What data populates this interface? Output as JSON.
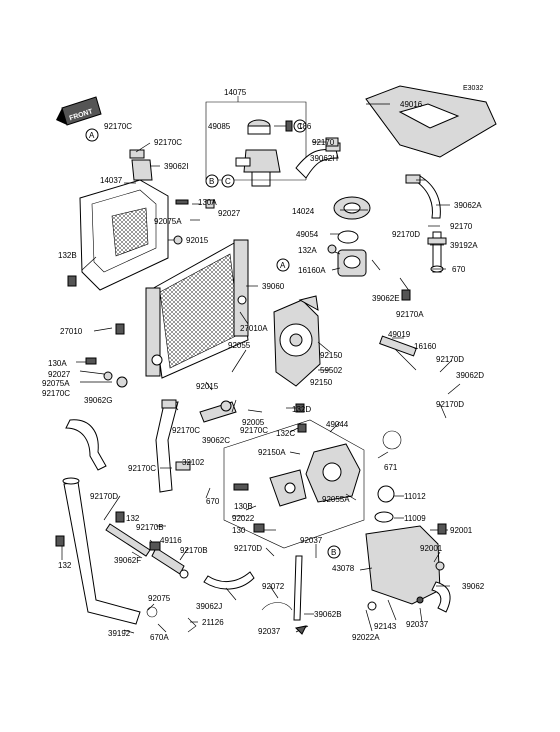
{
  "diagram_code": "E3032",
  "front_label": "FRONT",
  "parts": [
    "14075",
    "49016",
    "49085",
    "186",
    "92170C",
    "92170",
    "39062H",
    "92170C",
    "39062I",
    "39062A",
    "14037",
    "130A",
    "92027",
    "92075A",
    "14024",
    "49054",
    "92170D",
    "92170",
    "39192A",
    "670",
    "132B",
    "92015",
    "132A",
    "16160A",
    "39062E",
    "92170A",
    "39060",
    "27010A",
    "27010",
    "92055",
    "92150",
    "59502",
    "92150",
    "49019",
    "16160",
    "92170D",
    "39062D",
    "130A",
    "92027",
    "92075A",
    "92015",
    "92170C",
    "39062G",
    "92170C",
    "39062C",
    "92170C",
    "92005",
    "132D",
    "132C",
    "92170D",
    "49044",
    "92170C",
    "32102",
    "670",
    "92150A",
    "92055A",
    "671",
    "11012",
    "11009",
    "92001",
    "92170D",
    "132",
    "130B",
    "92022",
    "130",
    "92170B",
    "49116",
    "39062F",
    "92170B",
    "92170D",
    "92037",
    "92001",
    "43078",
    "132",
    "92075",
    "39062J",
    "92072",
    "39062B",
    "92143",
    "92037",
    "39062",
    "39192",
    "670A",
    "21126",
    "92037",
    "92022A"
  ],
  "callouts": [
    "A",
    "B",
    "C"
  ],
  "colors": {
    "ink": "#000000",
    "shade": "#d9d9d9",
    "dark": "#555555",
    "paper": "#ffffff"
  }
}
